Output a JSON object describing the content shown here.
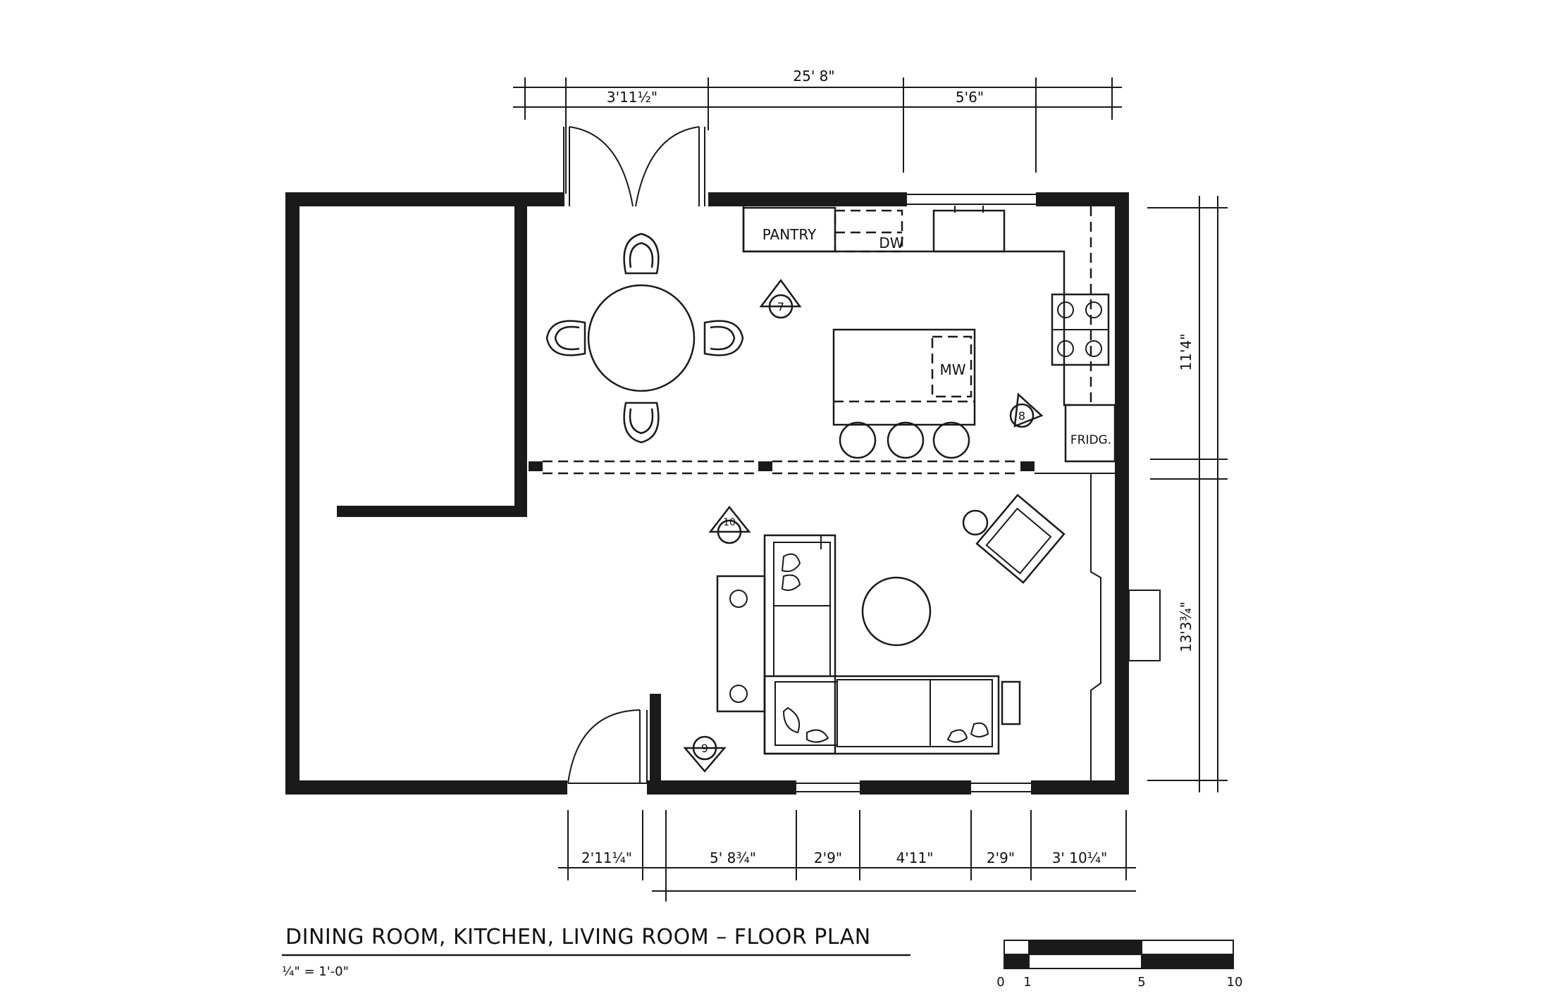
{
  "dimensions": {
    "top_overall": "25' 8\"",
    "top_door": "3'11½\"",
    "top_window": "5'6\"",
    "right_upper": "11'4\"",
    "right_lower": "13'3¾\"",
    "bottom": [
      "2'11¼\"",
      "5' 8¾\"",
      "2'9\"",
      "4'11\"",
      "2'9\"",
      "3' 10¼\""
    ]
  },
  "labels": {
    "pantry": "PANTRY",
    "dw": "DW",
    "mw": "MW",
    "fridge": "FRIDG."
  },
  "markers": [
    "7",
    "8",
    "9",
    "10"
  ],
  "title": "DINING ROOM, KITCHEN, LIVING ROOM – FLOOR PLAN",
  "scale": "¼\" = 1'-0\"",
  "scale_ticks": [
    "0",
    "1",
    "5",
    "10"
  ]
}
